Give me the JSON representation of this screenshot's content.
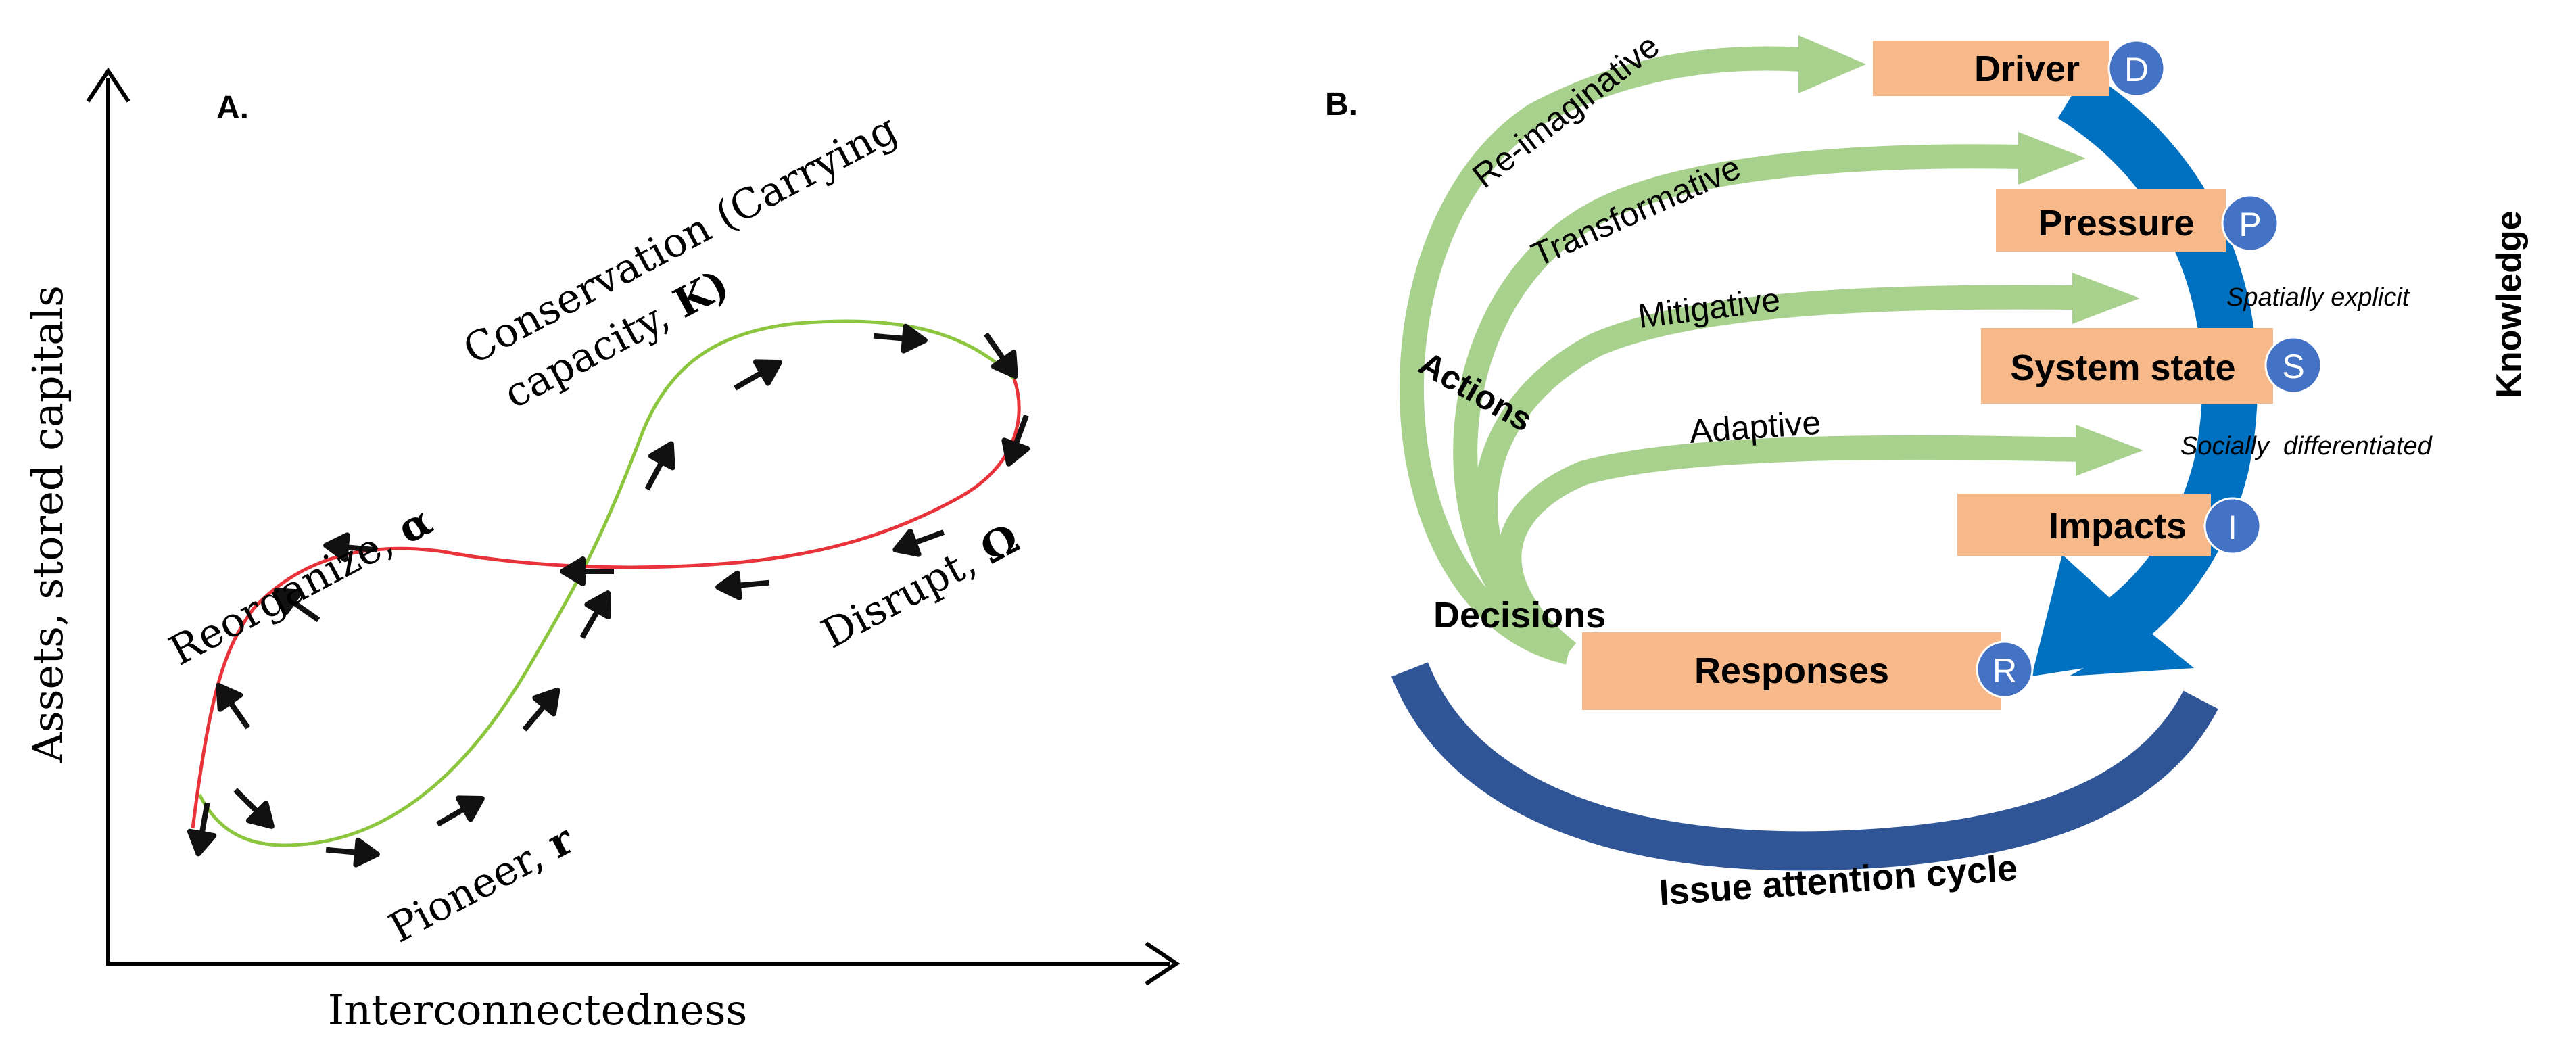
{
  "panel_a": {
    "label": "A.",
    "x_axis_label": "Interconnectedness",
    "y_axis_label": "Assets, stored capitals",
    "phases": {
      "conservation_line1": "Conservation (Carrying",
      "conservation_line2_prefix": "capacity, ",
      "conservation_symbol": "K)",
      "reorganize_prefix": "Reorganize, ",
      "reorganize_symbol": "α",
      "disrupt_prefix": "Disrupt, ",
      "disrupt_symbol": "Ω",
      "pioneer_prefix": "Pioneer, ",
      "pioneer_symbol": "r"
    },
    "colors": {
      "growth_curve": "#8cc63f",
      "release_curve": "#e8333a",
      "arrows": "#111111"
    }
  },
  "panel_b": {
    "label": "B.",
    "arrows": [
      "Re-imaginative",
      "Transformative",
      "Mitigative",
      "Adaptive"
    ],
    "actions_label": "Actions",
    "decisions_label": "Decisions",
    "knowledge_label": "Knowledge",
    "spatially_label": "Spatially explicit",
    "socially_label": "Socially  differentiated",
    "issue_cycle_label": "Issue attention cycle",
    "boxes": {
      "driver": {
        "label": "Driver",
        "letter": "D"
      },
      "pressure": {
        "label": "Pressure",
        "letter": "P"
      },
      "state": {
        "label": "System state",
        "letter": "S"
      },
      "impacts": {
        "label": "Impacts",
        "letter": "I"
      },
      "responses": {
        "label": "Responses",
        "letter": "R"
      }
    },
    "colors": {
      "box_fill": "#f8b98a",
      "circle_fill": "#4472c4",
      "action_arrows": "#a9d18e",
      "dpsir_arrow": "#0070c0",
      "issue_arc": "#2f5597"
    }
  }
}
